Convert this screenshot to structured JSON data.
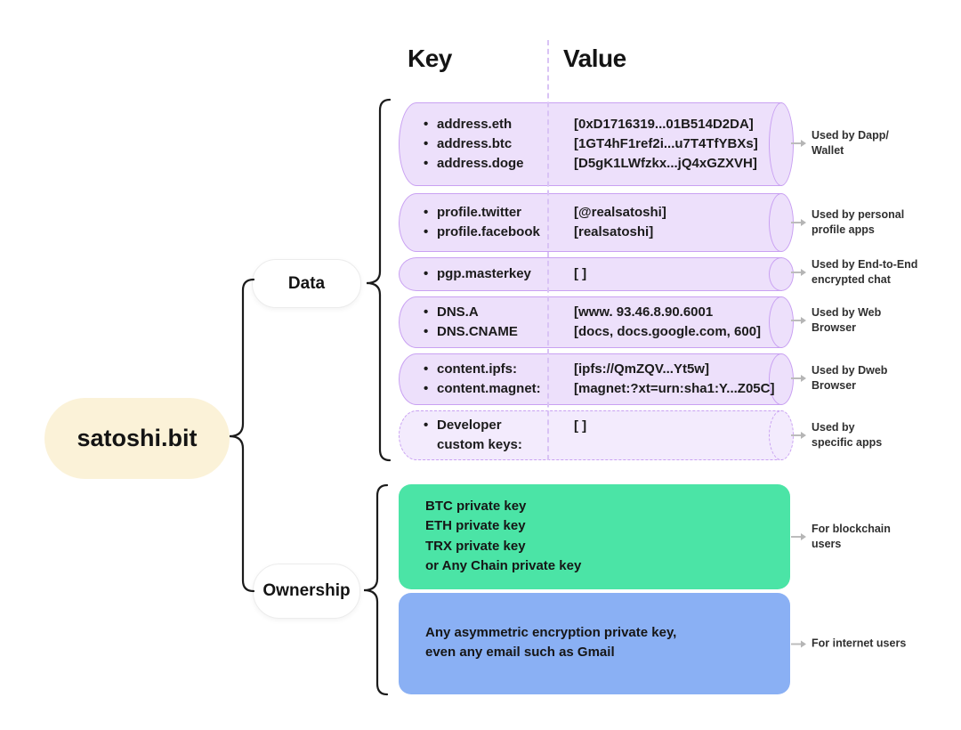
{
  "header": {
    "key_label": "Key",
    "value_label": "Value"
  },
  "root": {
    "label": "satoshi.bit"
  },
  "branches": {
    "data": {
      "label": "Data"
    },
    "ownership": {
      "label": "Ownership"
    }
  },
  "records": [
    {
      "keys": [
        "address.eth",
        "address.btc",
        "address.doge"
      ],
      "values": [
        "[0xD1716319...01B514D2DA]",
        "[1GT4hF1ref2i...u7T4TfYBXs]",
        "[D5gK1LWfzkx...jQ4xGZXVH]"
      ],
      "note": [
        "Used by Dapp/",
        "Wallet"
      ]
    },
    {
      "keys": [
        "profile.twitter",
        "profile.facebook"
      ],
      "values": [
        "[@realsatoshi]",
        "[realsatoshi]"
      ],
      "note": [
        "Used by personal",
        "profile apps"
      ]
    },
    {
      "keys": [
        "pgp.masterkey"
      ],
      "values": [
        "[ ]"
      ],
      "note": [
        "Used by End-to-End",
        "encrypted chat"
      ]
    },
    {
      "keys": [
        "DNS.A",
        "DNS.CNAME"
      ],
      "values": [
        "[www. 93.46.8.90.6001",
        "[docs, docs.google.com, 600]"
      ],
      "note": [
        "Used by Web",
        "Browser"
      ]
    },
    {
      "keys": [
        "content.ipfs:",
        "content.magnet:"
      ],
      "values": [
        "[ipfs://QmZQV...Yt5w]",
        "[magnet:?xt=urn:sha1:Y...Z05C]"
      ],
      "note": [
        "Used by Dweb",
        "Browser"
      ]
    },
    {
      "keys": [
        "Developer",
        "custom keys:"
      ],
      "values": [
        "[ ]"
      ],
      "note": [
        "Used by",
        "specific apps"
      ]
    }
  ],
  "ownership_cards": [
    {
      "lines": [
        "BTC private key",
        "ETH private key",
        "TRX private key",
        "or Any Chain private key"
      ],
      "note": [
        "For blockchain",
        "users"
      ],
      "color": "#4BE4A6"
    },
    {
      "lines": [
        "Any asymmetric encryption private key,",
        "even any email such as Gmail"
      ],
      "note": [
        "For internet users"
      ],
      "color": "#8AB0F4"
    }
  ],
  "colors": {
    "cylinder_fill": "#EDE0FB",
    "cylinder_border": "#C9A1F2",
    "cylinder_dashed_fill": "#F3EBFD",
    "divider": "#D9C3F5",
    "root_fill": "#FBF2D8",
    "green_card": "#4BE4A6",
    "blue_card": "#8AB0F4",
    "text": "#1B1B1B",
    "note_text": "#303030",
    "arrow": "#B5B5B5"
  }
}
